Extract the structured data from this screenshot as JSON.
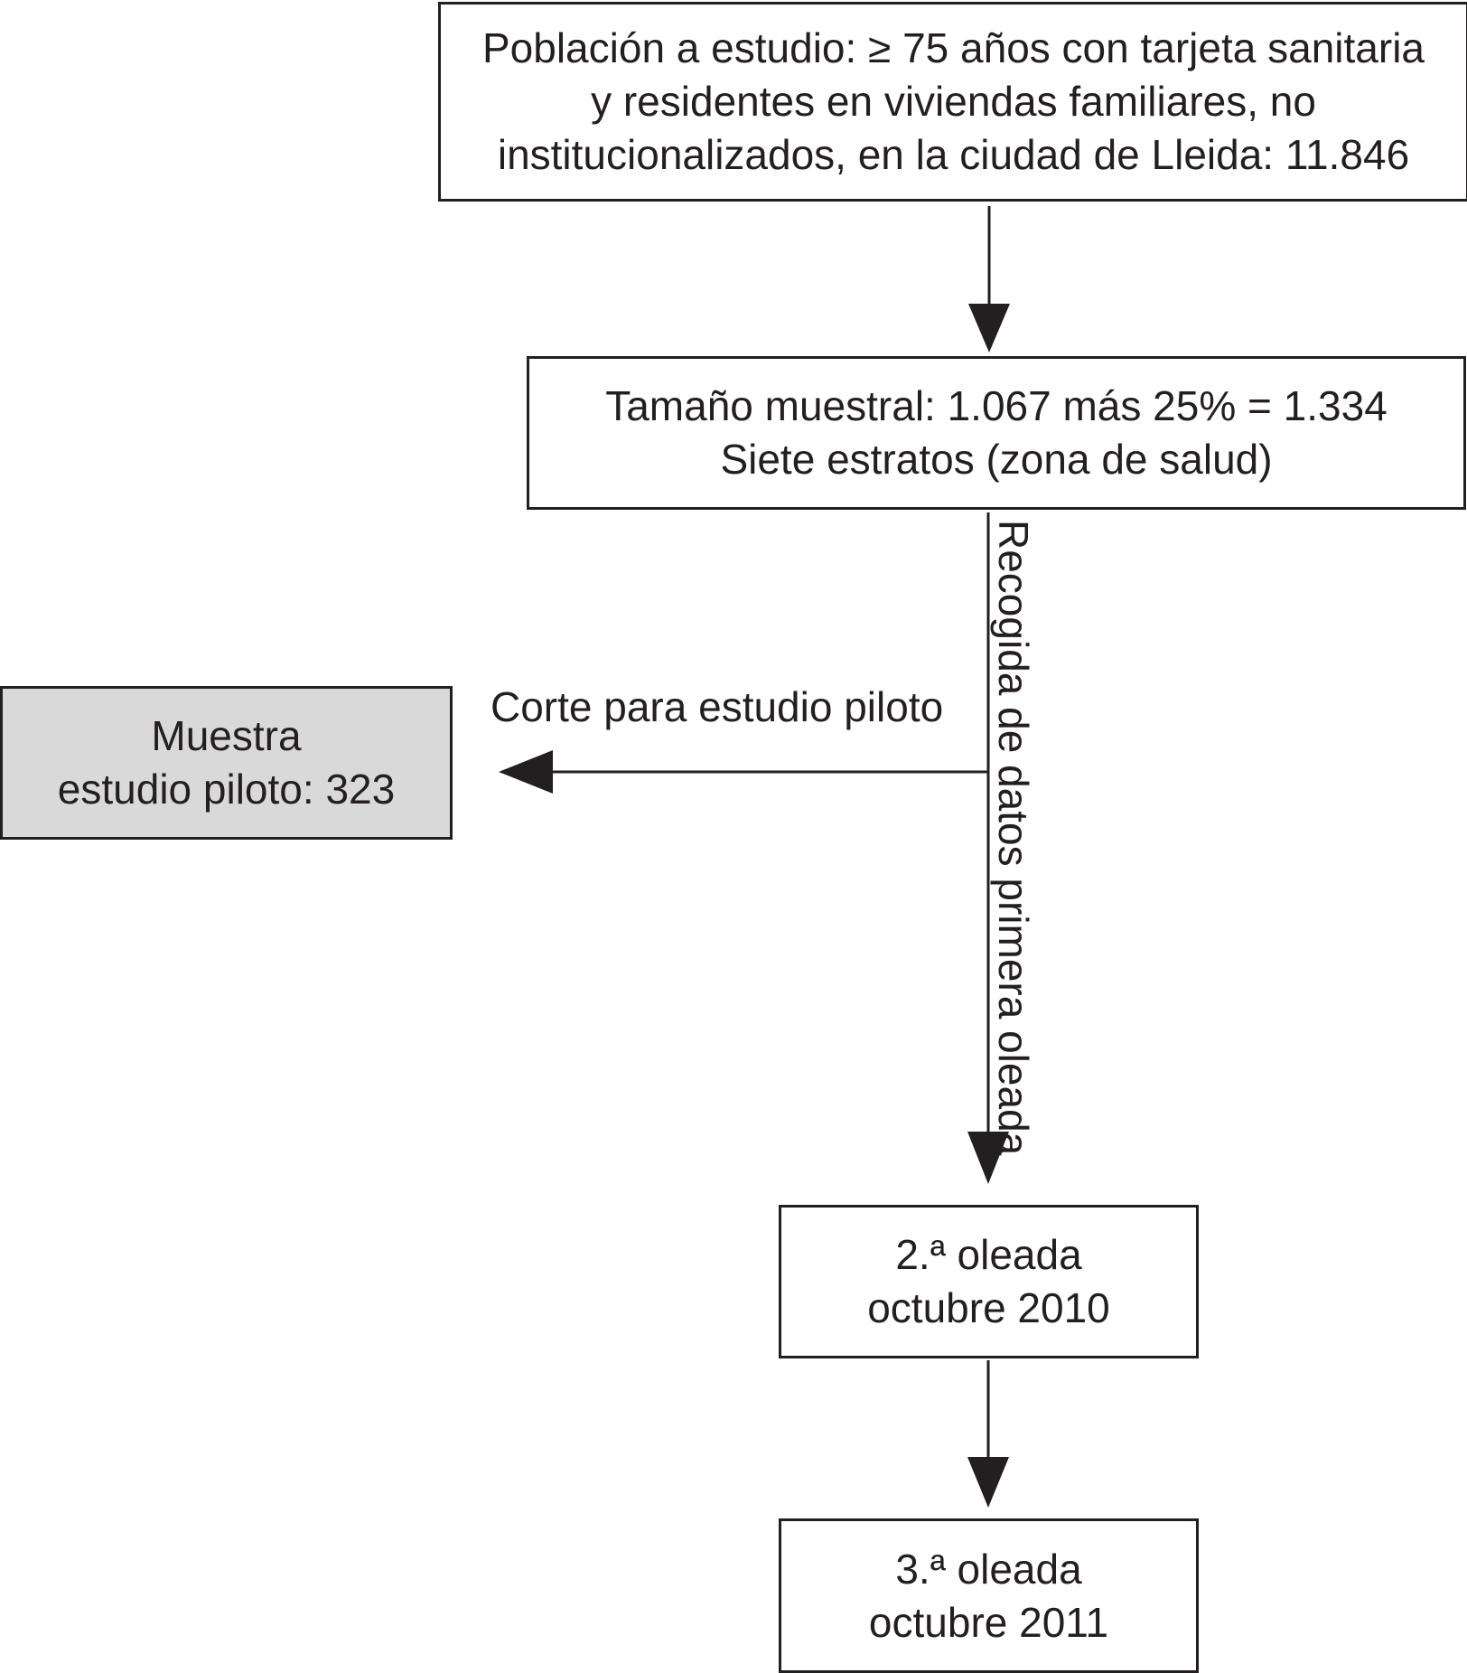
{
  "diagram": {
    "population_box": {
      "lines": [
        "Población a estudio: ≥ 75 años con tarjeta sanitaria",
        "y residentes en viviendas familiares, no",
        "institucionalizados, en la ciudad de Lleida: 11.846"
      ]
    },
    "sample_box": {
      "lines": [
        "Tamaño muestral: 1.067 más 25% = 1.334",
        "Siete estratos (zona de salud)"
      ]
    },
    "pilot_box": {
      "lines": [
        "Muestra",
        "estudio piloto: 323"
      ]
    },
    "wave2_box": {
      "lines": [
        "2.ª oleada",
        "octubre 2010"
      ]
    },
    "wave3_box": {
      "lines": [
        "3.ª oleada",
        "octubre 2011"
      ]
    },
    "edge_labels": {
      "pilot_cut": "Corte para estudio piloto",
      "first_wave_collection": "Recogida de datos primera oleada"
    },
    "colors": {
      "line": "#231f20",
      "pilot_fill": "#d9d9d9",
      "box_fill": "#ffffff"
    }
  }
}
